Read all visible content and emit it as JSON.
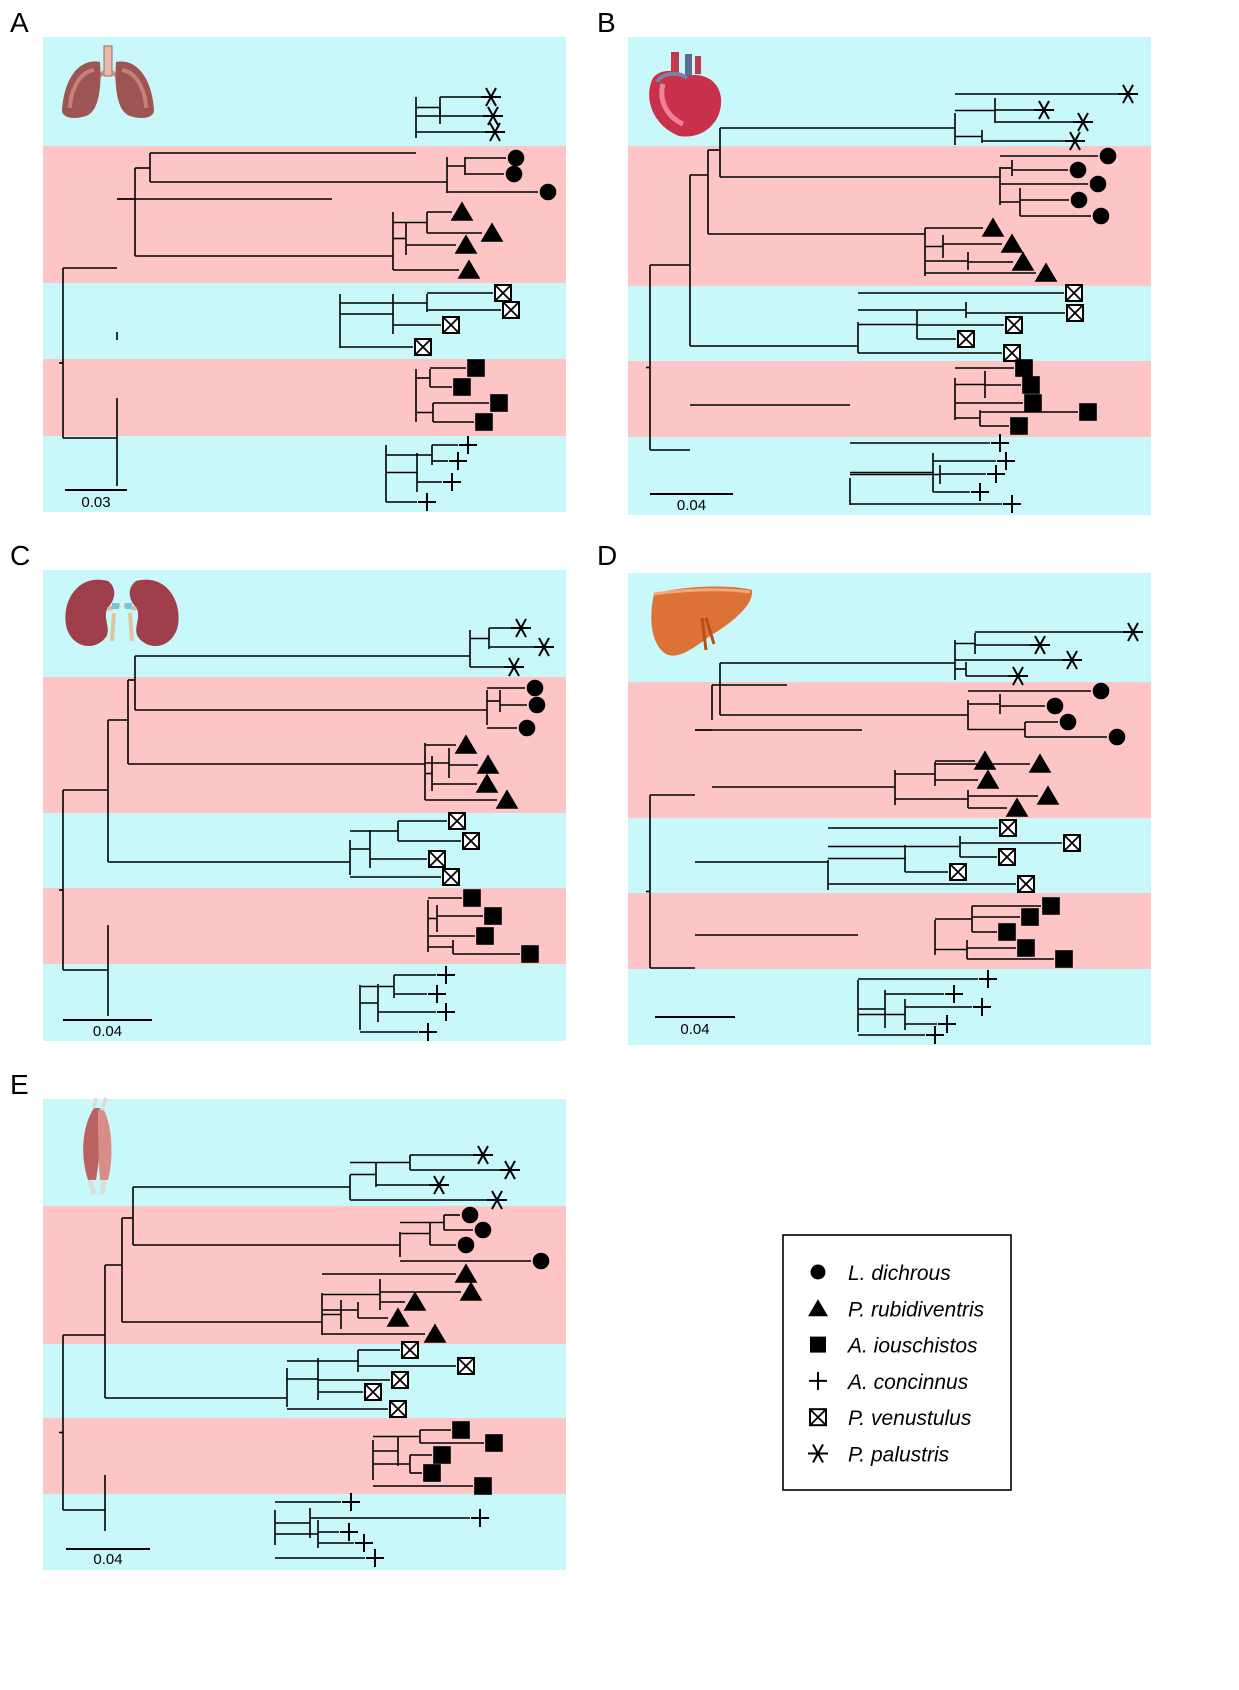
{
  "colors": {
    "band_a": "#c8f8fa",
    "band_b": "#fdc5c5",
    "line": "#000000"
  },
  "species": [
    {
      "key": "ld",
      "name": "L. dichrous",
      "marker": "filled-circle"
    },
    {
      "key": "pr",
      "name": "P. rubidiventris",
      "marker": "filled-triangle"
    },
    {
      "key": "ai",
      "name": "A. iouschistos",
      "marker": "filled-square"
    },
    {
      "key": "ac",
      "name": "A. concinnus",
      "marker": "plus"
    },
    {
      "key": "pv",
      "name": "P. venustulus",
      "marker": "crossed-square"
    },
    {
      "key": "pp",
      "name": "P. palustris",
      "marker": "asterisk"
    }
  ],
  "panels": [
    {
      "id": "A",
      "letter": "A",
      "organ": "lungs-icon",
      "scale_label": "0.03"
    },
    {
      "id": "B",
      "letter": "B",
      "organ": "heart-icon",
      "scale_label": "0.04"
    },
    {
      "id": "C",
      "letter": "C",
      "organ": "kidneys-icon",
      "scale_label": "0.04"
    },
    {
      "id": "D",
      "letter": "D",
      "organ": "liver-icon",
      "scale_label": "0.04"
    },
    {
      "id": "E",
      "letter": "E",
      "organ": "muscle-icon",
      "scale_label": "0.04"
    }
  ]
}
